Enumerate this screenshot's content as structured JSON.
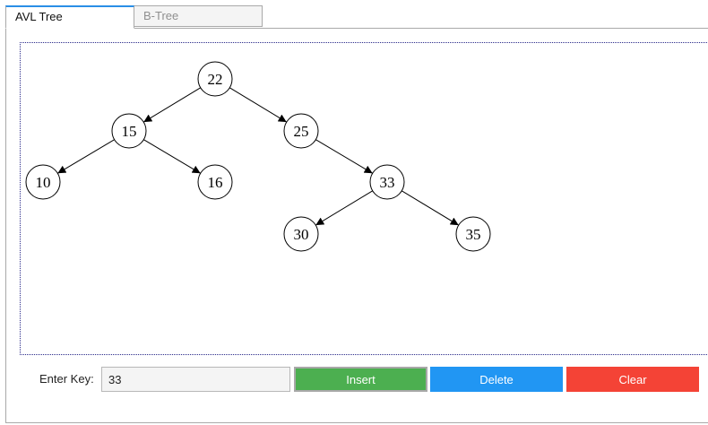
{
  "tabs": [
    {
      "label": "AVL Tree",
      "active": true
    },
    {
      "label": "B-Tree",
      "active": false
    }
  ],
  "tree": {
    "nodes": [
      {
        "id": "n22",
        "key": "22"
      },
      {
        "id": "n15",
        "key": "15"
      },
      {
        "id": "n25",
        "key": "25"
      },
      {
        "id": "n10",
        "key": "10"
      },
      {
        "id": "n16",
        "key": "16"
      },
      {
        "id": "n33",
        "key": "33"
      },
      {
        "id": "n30",
        "key": "30"
      },
      {
        "id": "n35",
        "key": "35"
      }
    ],
    "edges": [
      [
        "n22",
        "n15"
      ],
      [
        "n22",
        "n25"
      ],
      [
        "n15",
        "n10"
      ],
      [
        "n15",
        "n16"
      ],
      [
        "n25",
        "n33"
      ],
      [
        "n33",
        "n30"
      ],
      [
        "n33",
        "n35"
      ]
    ]
  },
  "controls": {
    "key_label": "Enter Key:",
    "key_value": "33",
    "insert_label": "Insert",
    "delete_label": "Delete",
    "clear_label": "Clear"
  },
  "colors": {
    "insert": "#4caf50",
    "delete": "#2196f3",
    "clear": "#f44336",
    "active_tab_accent": "#2a8ee6"
  }
}
